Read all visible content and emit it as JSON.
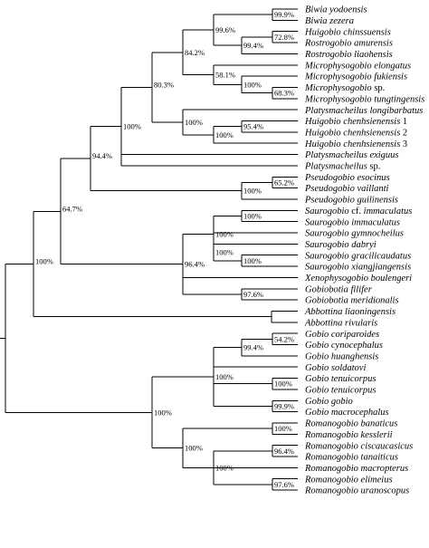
{
  "tree": {
    "taxa": [
      {
        "id": "t1",
        "parts": [
          {
            "t": "Biwia yodoensis",
            "i": true
          }
        ]
      },
      {
        "id": "t2",
        "parts": [
          {
            "t": "Biwia zezera",
            "i": true
          }
        ]
      },
      {
        "id": "t3",
        "parts": [
          {
            "t": "Huigobio chinssuensis",
            "i": true
          }
        ]
      },
      {
        "id": "t4",
        "parts": [
          {
            "t": "Rostrogobio amurensis",
            "i": true
          }
        ]
      },
      {
        "id": "t5",
        "parts": [
          {
            "t": "Rostrogobio liaohensis",
            "i": true
          }
        ]
      },
      {
        "id": "t6",
        "parts": [
          {
            "t": "Microphysogobio elongatus",
            "i": true
          }
        ]
      },
      {
        "id": "t7",
        "parts": [
          {
            "t": "Microphysogobio fukiensis",
            "i": true
          }
        ]
      },
      {
        "id": "t8",
        "parts": [
          {
            "t": "Microphysogobio",
            "i": true
          },
          {
            "t": " sp.",
            "i": false
          }
        ]
      },
      {
        "id": "t9",
        "parts": [
          {
            "t": "Microphysogobio tungtingensis",
            "i": true
          }
        ]
      },
      {
        "id": "t10",
        "parts": [
          {
            "t": "Platysmacheilus longibarbatus",
            "i": true
          }
        ]
      },
      {
        "id": "t11",
        "parts": [
          {
            "t": "Huigobio chenhsienensis",
            "i": true
          },
          {
            "t": " 1",
            "i": false
          }
        ]
      },
      {
        "id": "t12",
        "parts": [
          {
            "t": "Huigobio chenhsienensis",
            "i": true
          },
          {
            "t": " 2",
            "i": false
          }
        ]
      },
      {
        "id": "t13",
        "parts": [
          {
            "t": "Huigobio chenhsienensis",
            "i": true
          },
          {
            "t": " 3",
            "i": false
          }
        ]
      },
      {
        "id": "t14",
        "parts": [
          {
            "t": "Platysmacheilus exiguus",
            "i": true
          }
        ]
      },
      {
        "id": "t15",
        "parts": [
          {
            "t": "Platysmacheilus",
            "i": true
          },
          {
            "t": " sp.",
            "i": false
          }
        ]
      },
      {
        "id": "t16",
        "parts": [
          {
            "t": "Pseudogobio esocinus",
            "i": true
          }
        ]
      },
      {
        "id": "t17",
        "parts": [
          {
            "t": "Pseudogobio vaillanti",
            "i": true
          }
        ]
      },
      {
        "id": "t18",
        "parts": [
          {
            "t": "Pseudogobio guilinensis",
            "i": true
          }
        ]
      },
      {
        "id": "t19",
        "parts": [
          {
            "t": "Saurogobio",
            "i": true
          },
          {
            "t": " cf. ",
            "i": false
          },
          {
            "t": "immaculatus",
            "i": true
          }
        ]
      },
      {
        "id": "t20",
        "parts": [
          {
            "t": "Saurogobio immaculatus",
            "i": true
          }
        ]
      },
      {
        "id": "t21",
        "parts": [
          {
            "t": "Saurogobio gymnocheilus",
            "i": true
          }
        ]
      },
      {
        "id": "t22",
        "parts": [
          {
            "t": "Saurogobio dabryi",
            "i": true
          }
        ]
      },
      {
        "id": "t23",
        "parts": [
          {
            "t": "Saurogobio gracilicaudatus",
            "i": true
          }
        ]
      },
      {
        "id": "t24",
        "parts": [
          {
            "t": "Saurogobio xiangjiangensis",
            "i": true
          }
        ]
      },
      {
        "id": "t25",
        "parts": [
          {
            "t": "Xenophysogobio boulengeri",
            "i": true
          }
        ]
      },
      {
        "id": "t26",
        "parts": [
          {
            "t": "Gobiobotia filifer",
            "i": true
          }
        ]
      },
      {
        "id": "t27",
        "parts": [
          {
            "t": "Gobiobotia meridionalis",
            "i": true
          }
        ]
      },
      {
        "id": "t28",
        "parts": [
          {
            "t": "Abbottina liaoningensis",
            "i": true
          }
        ]
      },
      {
        "id": "t29",
        "parts": [
          {
            "t": "Abbottina rivularis",
            "i": true
          }
        ]
      },
      {
        "id": "t30",
        "parts": [
          {
            "t": "Gobio coriparoides",
            "i": true
          }
        ]
      },
      {
        "id": "t31",
        "parts": [
          {
            "t": "Gobio cynocephalus",
            "i": true
          }
        ]
      },
      {
        "id": "t32",
        "parts": [
          {
            "t": "Gobio huanghensis",
            "i": true
          }
        ]
      },
      {
        "id": "t33",
        "parts": [
          {
            "t": "Gobio soldatovi",
            "i": true
          }
        ]
      },
      {
        "id": "t34",
        "parts": [
          {
            "t": "Gobio tenuicorpus",
            "i": true
          }
        ]
      },
      {
        "id": "t35",
        "parts": [
          {
            "t": "Gobio tenuicorpus",
            "i": true
          }
        ]
      },
      {
        "id": "t36",
        "parts": [
          {
            "t": "Gobio gobio",
            "i": true
          }
        ]
      },
      {
        "id": "t37",
        "parts": [
          {
            "t": "Gobio macrocephalus",
            "i": true
          }
        ]
      },
      {
        "id": "t38",
        "parts": [
          {
            "t": "Romanogobio banaticus",
            "i": true
          }
        ]
      },
      {
        "id": "t39",
        "parts": [
          {
            "t": "Romanogobio kesslerii",
            "i": true
          }
        ]
      },
      {
        "id": "t40",
        "parts": [
          {
            "t": "Romanogobio ciscaucasicus",
            "i": true
          }
        ]
      },
      {
        "id": "t41",
        "parts": [
          {
            "t": "Romanogobio tanaiticus",
            "i": true
          }
        ]
      },
      {
        "id": "t42",
        "parts": [
          {
            "t": "Romanogobio macropterus",
            "i": true
          }
        ]
      },
      {
        "id": "t43",
        "parts": [
          {
            "t": "Romanogobio elimeius",
            "i": true
          }
        ]
      },
      {
        "id": "t44",
        "parts": [
          {
            "t": "Romanogobio uranoscopus",
            "i": true
          }
        ]
      }
    ],
    "nodes": [
      {
        "id": "n1",
        "children": [
          "t1",
          "t2"
        ],
        "support": "99.9%"
      },
      {
        "id": "n2",
        "children": [
          "t3",
          "t4"
        ],
        "support": "72.8%"
      },
      {
        "id": "n3",
        "children": [
          "n2",
          "t5"
        ],
        "support": "99.4%"
      },
      {
        "id": "n4",
        "children": [
          "n1",
          "n3"
        ],
        "support": "99.6%"
      },
      {
        "id": "n5",
        "children": [
          "t8",
          "t9"
        ],
        "support": "68.3%"
      },
      {
        "id": "n6",
        "children": [
          "t7",
          "n5"
        ],
        "support": "100%"
      },
      {
        "id": "n7",
        "children": [
          "t6",
          "n6"
        ],
        "support": "58.1%"
      },
      {
        "id": "n8",
        "children": [
          "n4",
          "n7"
        ],
        "support": "84.2%"
      },
      {
        "id": "n9",
        "children": [
          "t11",
          "t12"
        ],
        "support": "95.4%"
      },
      {
        "id": "n10",
        "children": [
          "n9",
          "t13"
        ],
        "support": "100%"
      },
      {
        "id": "n11",
        "children": [
          "t10",
          "n10"
        ],
        "support": "100%"
      },
      {
        "id": "n12",
        "children": [
          "n8",
          "n11"
        ],
        "support": "80.3%"
      },
      {
        "id": "n13",
        "children": [
          "n12",
          "t14",
          "t15"
        ],
        "support": "100%"
      },
      {
        "id": "n14",
        "children": [
          "t16",
          "t17"
        ],
        "support": "65.2%"
      },
      {
        "id": "n15",
        "children": [
          "n14",
          "t18"
        ],
        "support": "100%"
      },
      {
        "id": "n16",
        "children": [
          "n13",
          "n15"
        ],
        "support": "94.4%"
      },
      {
        "id": "n17",
        "children": [
          "t19",
          "t20"
        ],
        "support": "100%"
      },
      {
        "id": "n18",
        "children": [
          "t23",
          "t24"
        ],
        "support": "100%"
      },
      {
        "id": "n19",
        "children": [
          "t22",
          "n18"
        ],
        "support": "100%"
      },
      {
        "id": "n20",
        "children": [
          "n17",
          "t21",
          "n19"
        ],
        "support": "100%"
      },
      {
        "id": "n21",
        "children": [
          "t26",
          "t27"
        ],
        "support": "97.6%"
      },
      {
        "id": "n22",
        "children": [
          "n20",
          "t25",
          "n21"
        ],
        "support": "96.4%"
      },
      {
        "id": "n23",
        "children": [
          "n16",
          "n22"
        ],
        "support": "64.7%"
      },
      {
        "id": "n24",
        "children": [
          "t28",
          "t29"
        ],
        "support": ""
      },
      {
        "id": "n25",
        "children": [
          "n23",
          "n24"
        ],
        "support": "100%"
      },
      {
        "id": "n26",
        "children": [
          "t30",
          "t31"
        ],
        "support": "54.2%"
      },
      {
        "id": "n27",
        "children": [
          "n26",
          "t32"
        ],
        "support": "99.4%"
      },
      {
        "id": "n28",
        "children": [
          "t34",
          "t35"
        ],
        "support": "100%"
      },
      {
        "id": "n29",
        "children": [
          "t36",
          "t37"
        ],
        "support": "99.9%"
      },
      {
        "id": "n30",
        "children": [
          "n27",
          "t33",
          "n28",
          "n29"
        ],
        "support": "100%"
      },
      {
        "id": "n31",
        "children": [
          "t38",
          "t39"
        ],
        "support": "100%"
      },
      {
        "id": "n32",
        "children": [
          "t40",
          "t41"
        ],
        "support": "96.4%"
      },
      {
        "id": "n33",
        "children": [
          "t43",
          "t44"
        ],
        "support": "97.6%"
      },
      {
        "id": "n34",
        "children": [
          "n32",
          "t42",
          "n33"
        ],
        "support": "100%"
      },
      {
        "id": "n35",
        "children": [
          "n31",
          "n34"
        ],
        "support": "100%"
      },
      {
        "id": "n36",
        "children": [
          "n30",
          "n35"
        ],
        "support": "100%"
      },
      {
        "id": "n37",
        "children": [
          "n25",
          "n36"
        ],
        "support": ""
      }
    ]
  }
}
